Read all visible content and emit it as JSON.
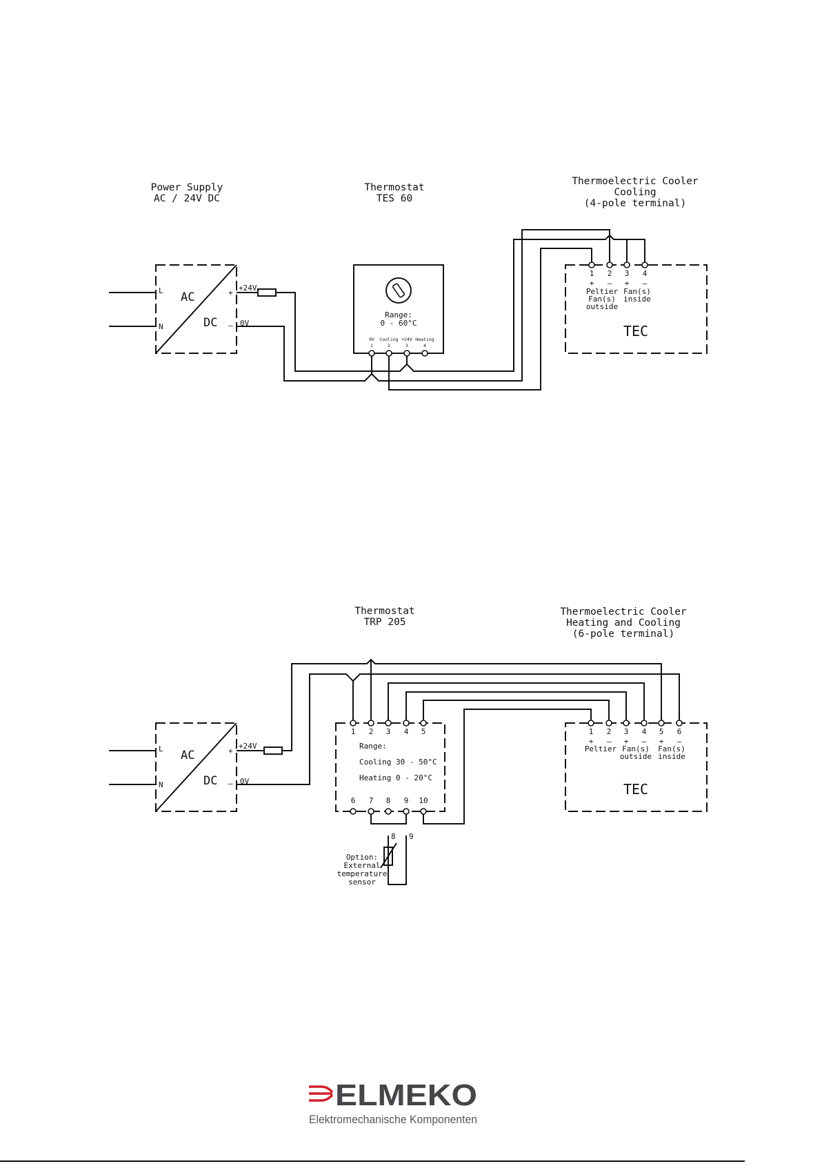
{
  "diagram1": {
    "power_supply": {
      "title_line1": "Power Supply",
      "title_line2": "AC / 24V DC",
      "label_ac": "AC",
      "label_dc": "DC",
      "pin_l": "L",
      "pin_n": "N",
      "out_plus": "+24V",
      "out_zero": "0V",
      "plus": "+",
      "minus": "–"
    },
    "thermostat": {
      "title_line1": "Thermostat",
      "title_line2": "TES 60",
      "range_label": "Range:",
      "range_value": "0 - 60°C",
      "terminal_names": [
        "0V",
        "Cooling",
        "+24V",
        "Heating"
      ],
      "terminal_numbers": [
        "1",
        "2",
        "3",
        "4"
      ]
    },
    "tec": {
      "title_line1": "Thermoelectric Cooler",
      "title_line2": "Cooling",
      "title_line3": "(4-pole terminal)",
      "terminal_numbers": [
        "1",
        "2",
        "3",
        "4"
      ],
      "polarity": [
        "+",
        "–",
        "+",
        "–"
      ],
      "group1_line1": "Peltier",
      "group1_line2": "Fan(s)",
      "group1_line3": "outside",
      "group2_line1": "Fan(s)",
      "group2_line2": "inside",
      "name": "TEC"
    }
  },
  "diagram2": {
    "power_supply": {
      "label_ac": "AC",
      "label_dc": "DC",
      "pin_l": "L",
      "pin_n": "N",
      "out_plus": "+24V",
      "out_zero": "0V",
      "plus": "+",
      "minus": "–"
    },
    "thermostat": {
      "title_line1": "Thermostat",
      "title_line2": "TRP 205",
      "range_label": "Range:",
      "cooling_range": "Cooling 30 - 50°C",
      "heating_range": "Heating  0 - 20°C",
      "top_terminals": [
        "1",
        "2",
        "3",
        "4",
        "5"
      ],
      "bottom_terminals": [
        "6",
        "7",
        "8",
        "9",
        "10"
      ]
    },
    "sensor": {
      "pin_a": "8",
      "pin_b": "9",
      "line1": "Option:",
      "line2": "External",
      "line3": "temperature",
      "line4": "sensor"
    },
    "tec": {
      "title_line1": "Thermoelectric Cooler",
      "title_line2": "Heating and Cooling",
      "title_line3": "(6-pole terminal)",
      "terminal_numbers": [
        "1",
        "2",
        "3",
        "4",
        "5",
        "6"
      ],
      "polarity": [
        "+",
        "–",
        "+",
        "–",
        "+",
        "–"
      ],
      "group1": "Peltier",
      "group2_line1": "Fan(s)",
      "group2_line2": "outside",
      "group3_line1": "Fan(s)",
      "group3_line2": "inside",
      "name": "TEC"
    }
  },
  "logo": {
    "brand": "ELMEKO",
    "tagline": "Elektromechanische Komponenten",
    "accent_color": "#d0202a",
    "text_color": "#44464a"
  }
}
